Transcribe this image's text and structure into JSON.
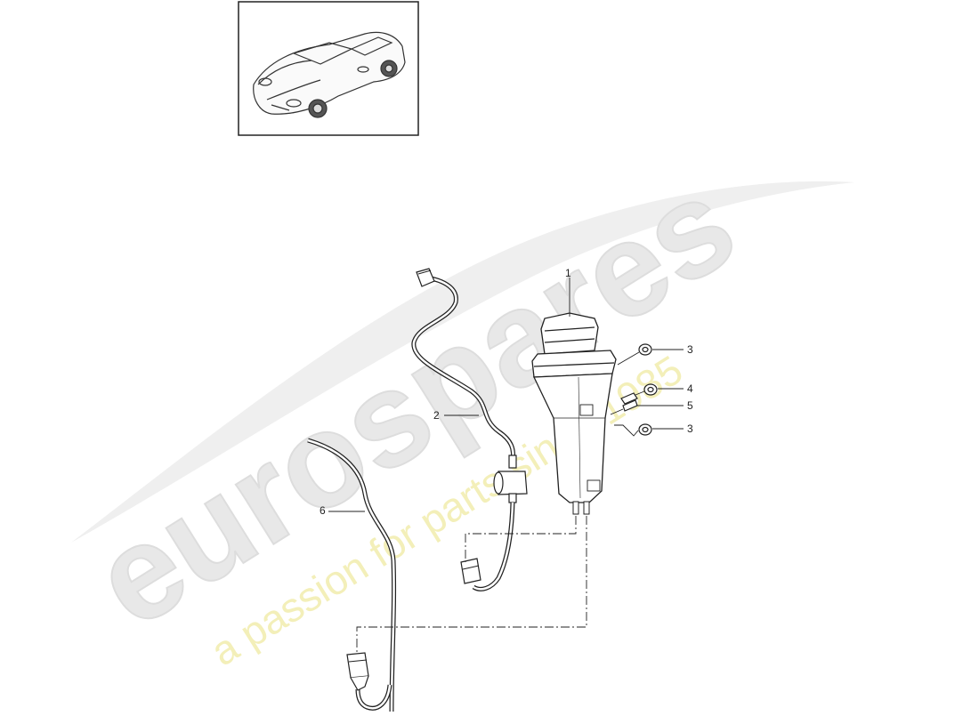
{
  "watermark": {
    "brand": "eurospares",
    "tagline": "a passion for parts since 1985"
  },
  "callouts": [
    {
      "id": "1",
      "label": "1"
    },
    {
      "id": "2",
      "label": "2"
    },
    {
      "id": "3a",
      "label": "3"
    },
    {
      "id": "4",
      "label": "4"
    },
    {
      "id": "5",
      "label": "5"
    },
    {
      "id": "3b",
      "label": "3"
    },
    {
      "id": "6",
      "label": "6"
    }
  ],
  "colors": {
    "line": "#222222",
    "watermark_brand": "#e6e6e6",
    "watermark_tagline": "#f3efb9"
  }
}
